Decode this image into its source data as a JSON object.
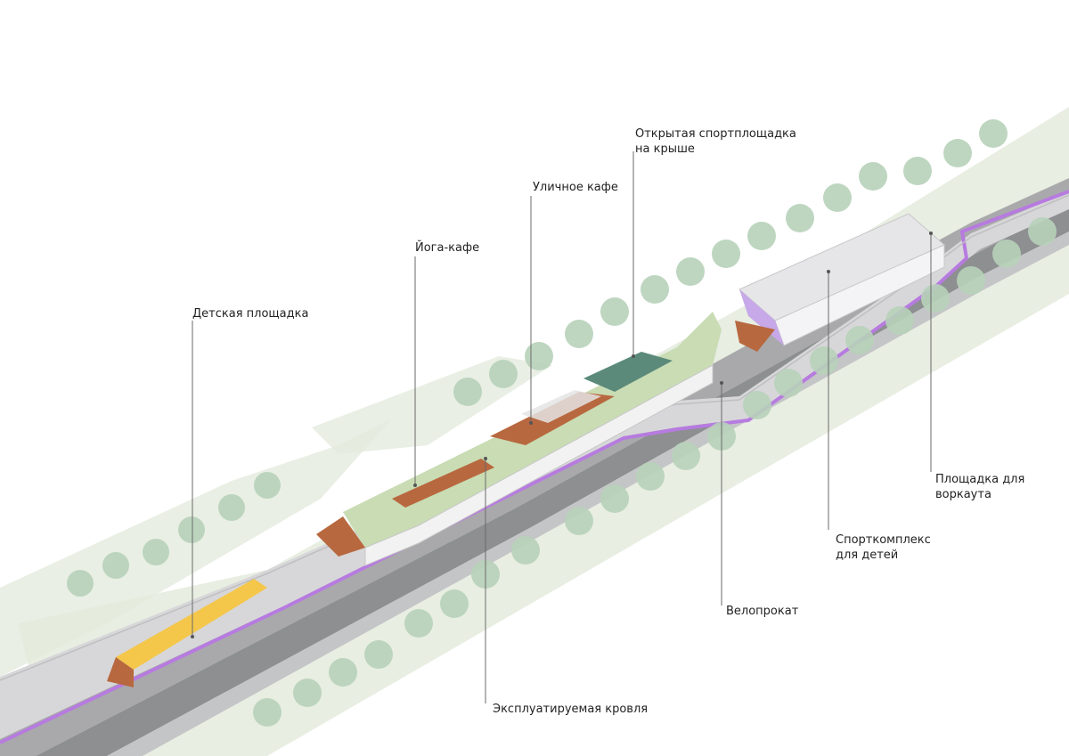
{
  "labels": {
    "childrens_playground": "Детская площадка",
    "yoga_cafe": "Йога-кафе",
    "street_cafe": "Уличное кафе",
    "rooftop_sports_line1": "Открытая спортплощадка",
    "rooftop_sports_line2": "на крыше",
    "workout_line1": "Площадка для",
    "workout_line2": "воркаута",
    "kids_sports_line1": "Спорткомплекс",
    "kids_sports_line2": "для детей",
    "bike_rental": "Велопрокат",
    "usable_roof": "Эксплуатируемая кровля"
  },
  "colors": {
    "ground_green": "#e4ebdd",
    "path_gray": "#d7d7d9",
    "cycle_lane": "#b77be0",
    "embankment": "#a9a9ab",
    "rail_trench": "#8d8f91",
    "roof_green": "#c9dcb4",
    "wood": "#b8683f",
    "yellow_roof": "#f4c64a",
    "sports_court": "#5b8a7a",
    "sports_hall": "#e6e6e8",
    "tree": "#b8d2ba"
  }
}
